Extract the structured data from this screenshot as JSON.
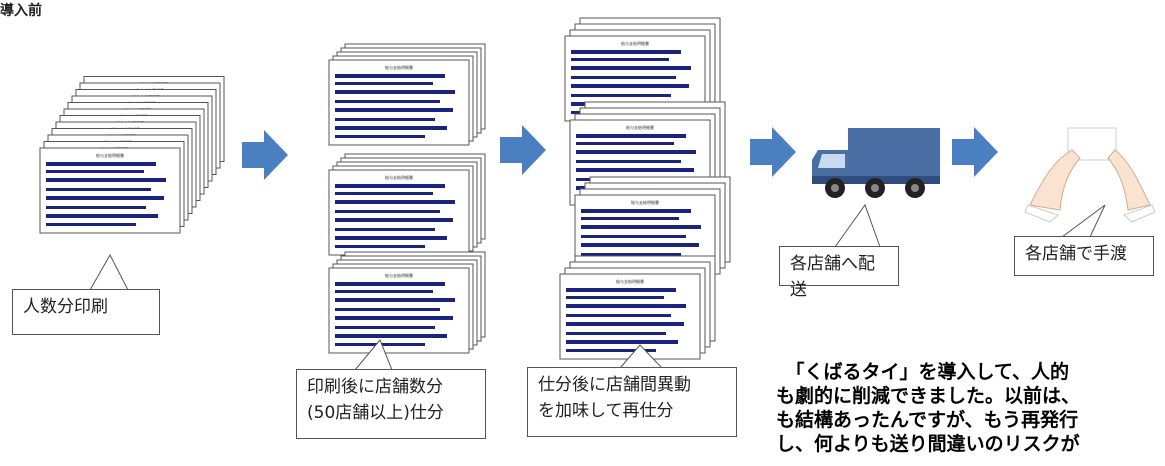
{
  "heading": "導入前",
  "doc_title": "給与支給明細書",
  "steps": [
    {
      "label": "人数分印刷"
    },
    {
      "label": "印刷後に店舗数分\n(50店舗以上)仕分"
    },
    {
      "label": "仕分後に店舗間異動\nを加味して再仕分"
    },
    {
      "label": "各店舗へ配送"
    },
    {
      "label": "各店舗で手渡"
    }
  ],
  "body_text": "　「くばるタイ」を導入して、人的\nも劇的に削減できました。以前は、\nも結構あったんですが、もう再発行\nし、何よりも送り間違いのリスクが",
  "colors": {
    "arrow": "#4a7fc1",
    "doc_bar": "#1a237e",
    "truck": "#4a6fa5"
  }
}
